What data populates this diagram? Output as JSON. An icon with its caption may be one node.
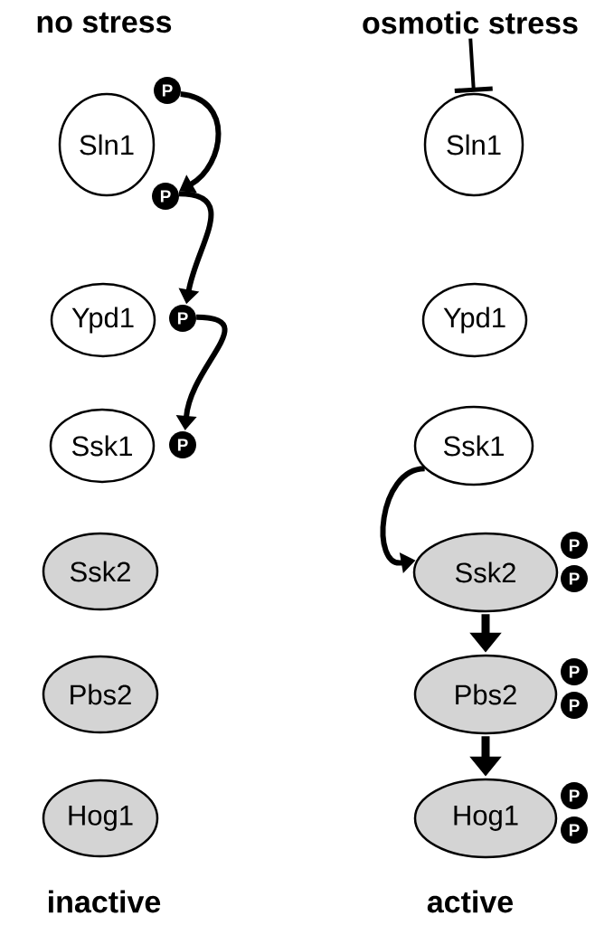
{
  "diagram": {
    "nodes": [
      {
        "text": [
          "osmotic stress"
        ]
      },
      {
        "text": [
          "Sln1"
        ]
      },
      {
        "text": [
          "P"
        ]
      },
      {
        "text": [
          "P"
        ]
      },
      {
        "text": [
          "Sln1"
        ]
      },
      {
        "text": [
          "Ypd1"
        ]
      },
      {
        "text": [
          "P"
        ]
      },
      {
        "text": [
          "Ypd1"
        ]
      },
      {
        "text": [
          "Ssk1"
        ]
      },
      {
        "text": [
          "P"
        ]
      },
      {
        "text": [
          "Ssk1"
        ]
      },
      {
        "text": [
          "Ssk2"
        ]
      },
      {
        "text": [
          "Ssk2"
        ]
      },
      {
        "text": [
          "P"
        ]
      },
      {
        "text": [
          "P"
        ]
      },
      {
        "text": [
          "Pbs2"
        ]
      },
      {
        "text": [
          "Pbs2"
        ]
      },
      {
        "text": [
          "P"
        ]
      },
      {
        "text": [
          "P"
        ]
      },
      {
        "text": [
          "Hog1"
        ]
      },
      {
        "text": [
          "Hog1"
        ]
      },
      {
        "text": [
          "P"
        ]
      },
      {
        "text": [
          "P"
        ]
      }
    ],
    "edges": [
      {
        "from": 0,
        "to": 4,
        "arrow": "other"
      },
      {
        "from": 2,
        "to": 3,
        "arrow": "to"
      },
      {
        "from": 3,
        "to": 6,
        "arrow": "to"
      },
      {
        "from": 6,
        "to": 9,
        "arrow": "to"
      },
      {
        "from": 10,
        "to": 12,
        "arrow": "to"
      },
      {
        "from": 12,
        "to": 16,
        "arrow": "to"
      },
      {
        "from": 16,
        "to": 20,
        "arrow": "to"
      }
    ],
    "labels": [
      "no stress",
      "inactive",
      "active"
    ]
  }
}
